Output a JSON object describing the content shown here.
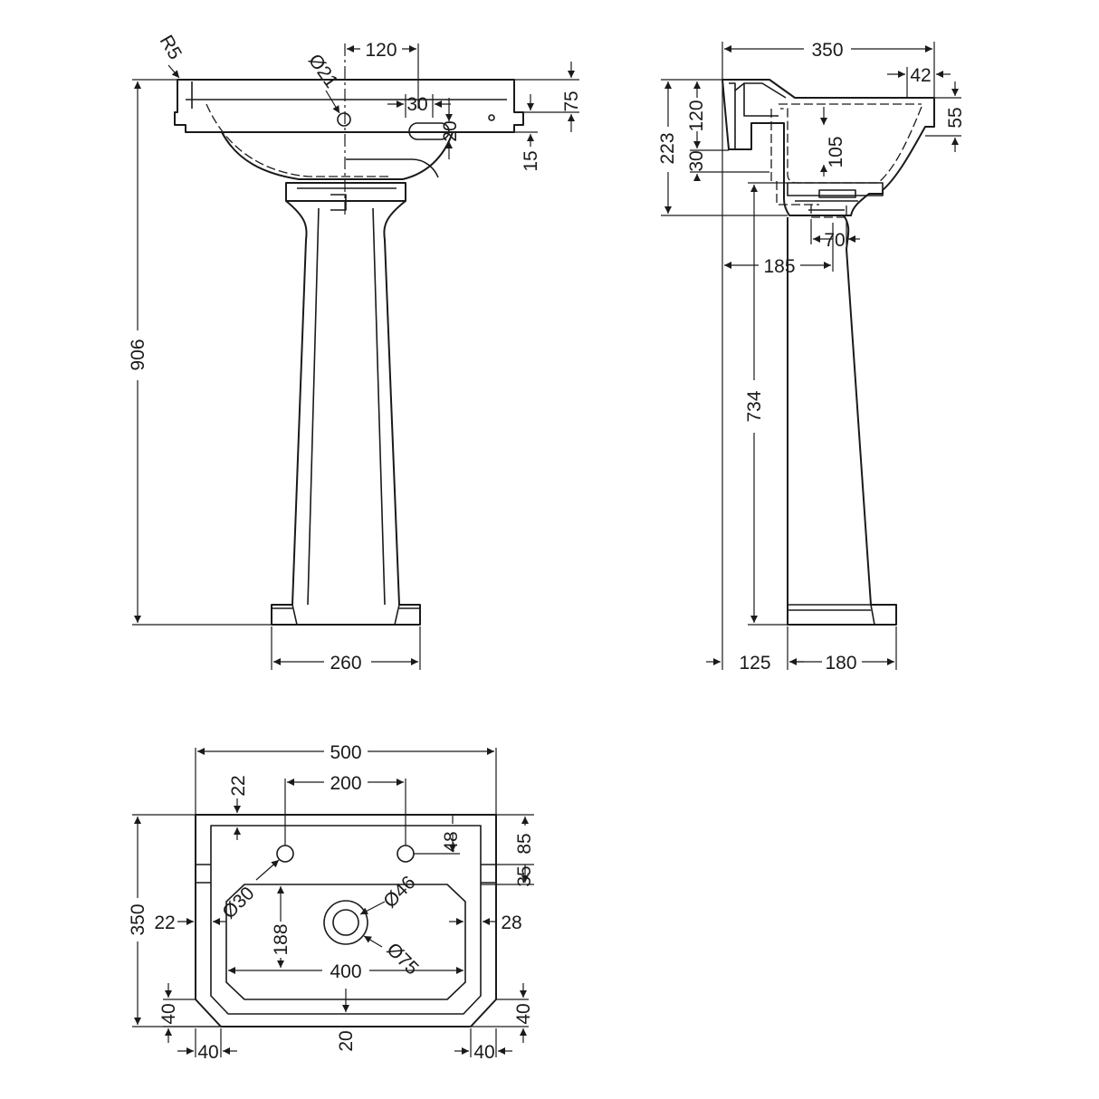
{
  "front_view": {
    "width_260": "260",
    "height_906": "906",
    "radius_r5": "R5",
    "dia_21": "Ø21",
    "off_120": "120",
    "off_30": "30",
    "dim_20": "20",
    "rim_75": "75",
    "dim_15": "15"
  },
  "side_view": {
    "depth_350": "350",
    "dim_42": "42",
    "dim_55": "55",
    "dim_223": "223",
    "dim_120": "120",
    "dim_30": "30",
    "dim_105": "105",
    "dim_70": "70",
    "dim_185": "185",
    "dim_734": "734",
    "dim_125": "125",
    "dim_180": "180"
  },
  "plan_view": {
    "width_500": "500",
    "dim_200": "200",
    "dim_22_top": "22",
    "dim_48": "48",
    "dim_85": "85",
    "dim_35": "35",
    "depth_350": "350",
    "dim_22_left": "22",
    "dim_28": "28",
    "dia_30": "Ø30",
    "dia_46": "Ø46",
    "dim_188": "188",
    "dim_400": "400",
    "dia_75": "Ø75",
    "dim_40_l": "40",
    "dim_40_r": "40",
    "dim_40_bl": "40",
    "dim_40_br": "40",
    "dim_20": "20"
  }
}
